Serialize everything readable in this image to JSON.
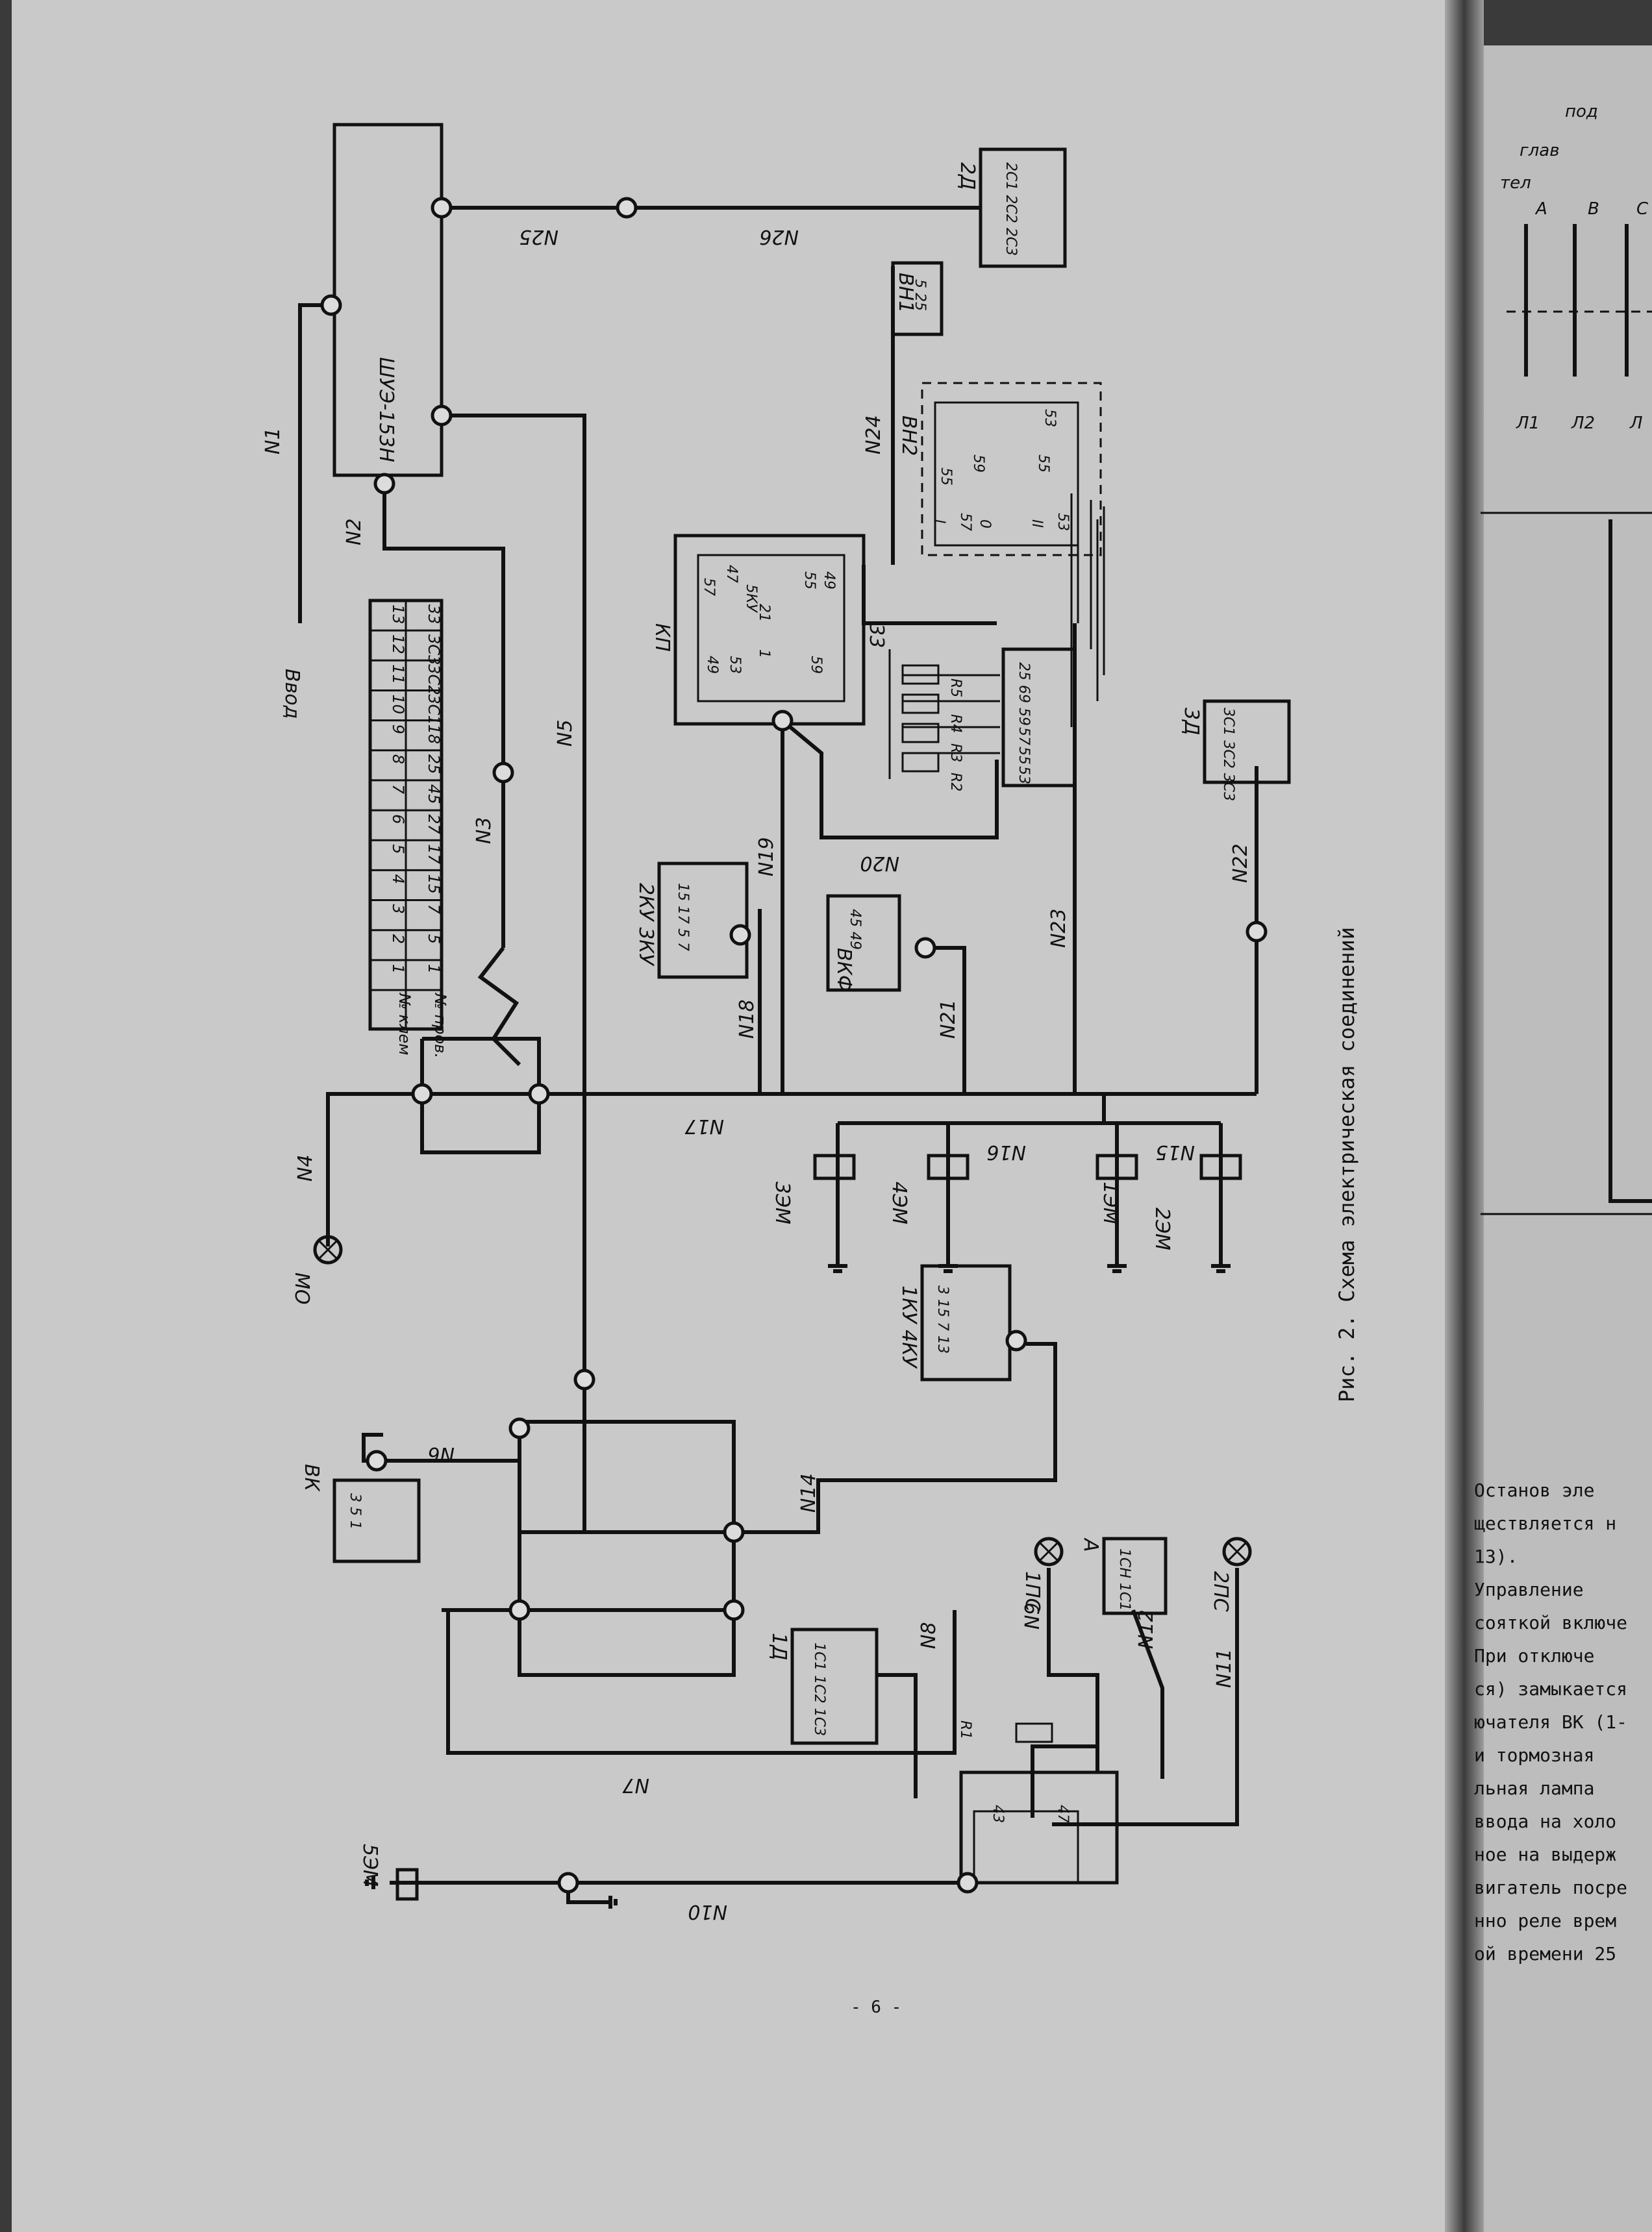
{
  "caption": "Рис. 2. Схема электрическая соединений",
  "page_number": "- 6 -",
  "devices": {
    "shue": "ШУЭ-153Н",
    "vvod": "Ввод",
    "mo": "МО",
    "vk": "ВК",
    "vk_terms": "3 5 1",
    "d1": "1Д",
    "d1_terms": "1С1 1С2 1С3",
    "d2": "2Д",
    "d2_terms": "2С1 2С2 2С3",
    "d3": "3Д",
    "d3_terms": "3С1 3С2 3С3",
    "kp": "КП",
    "kp_ku": "5КУ",
    "kp_terms": [
      "57",
      "47",
      "55",
      "49",
      "21",
      "49",
      "53",
      "1",
      "59"
    ],
    "vkf": "ВКФ",
    "vkf_terms": "45 49",
    "ku23": "2КУ 3КУ",
    "ku23_terms": "15 17 5 7",
    "ku14": "1КУ 4КУ",
    "ku14_terms": "3 15 7 13",
    "vn1": "ВН1",
    "vn1_terms": "5 25",
    "vn2": "ВН2",
    "vn2_terms": [
      "53",
      "55",
      "57",
      "59",
      "55",
      "53",
      "I",
      "0",
      "II"
    ],
    "resistors": [
      "R1",
      "R2",
      "R3",
      "R4",
      "R5"
    ],
    "lamps": [
      "1ПС",
      "2ПС"
    ],
    "magnets": [
      "1ЭМ",
      "2ЭМ",
      "3ЭМ",
      "4ЭМ",
      "5ЭМ"
    ],
    "ammeter": "А",
    "ammeter_terms": "1СН 1С1",
    "relay_terms": [
      "43",
      "47"
    ],
    "ground33": "33",
    "strip": [
      "25",
      "69",
      "59",
      "57",
      "55",
      "53"
    ]
  },
  "wires": [
    "N1",
    "N2",
    "N3",
    "N4",
    "N5",
    "N6",
    "N7",
    "N8",
    "N9",
    "N10",
    "N11",
    "N12",
    "N14",
    "N15",
    "N16",
    "N17",
    "N18",
    "N19",
    "N20",
    "N21",
    "N22",
    "N23",
    "N24",
    "N25",
    "N26"
  ],
  "terminal_table": {
    "headers": [
      "№ клем",
      "№ пров."
    ],
    "rows": [
      [
        "1",
        "1"
      ],
      [
        "2",
        "5"
      ],
      [
        "3",
        "7"
      ],
      [
        "4",
        "15"
      ],
      [
        "5",
        "17"
      ],
      [
        "6",
        "27"
      ],
      [
        "7",
        "45"
      ],
      [
        "8",
        "25"
      ],
      [
        "9",
        "18"
      ],
      [
        "10",
        "3С1"
      ],
      [
        "11",
        "3С2"
      ],
      [
        "12",
        "3С3"
      ],
      [
        "13",
        "33"
      ]
    ]
  },
  "right_page": {
    "fragments": [
      "под",
      "глав",
      "тел",
      "А",
      "В",
      "С",
      "Л1",
      "Л2",
      "Л"
    ],
    "text_lines": [
      "Останов эле",
      "ществляется н",
      "13).",
      "Управление",
      "сояткой включе",
      "При отключе",
      "ся) замыкается",
      "ючателя ВК (1-",
      "и тормозная",
      "льная лампа",
      "ввода на холо",
      "ное на выдерж",
      "вигатель посре",
      "нно реле врем",
      "ой времени 25"
    ]
  }
}
